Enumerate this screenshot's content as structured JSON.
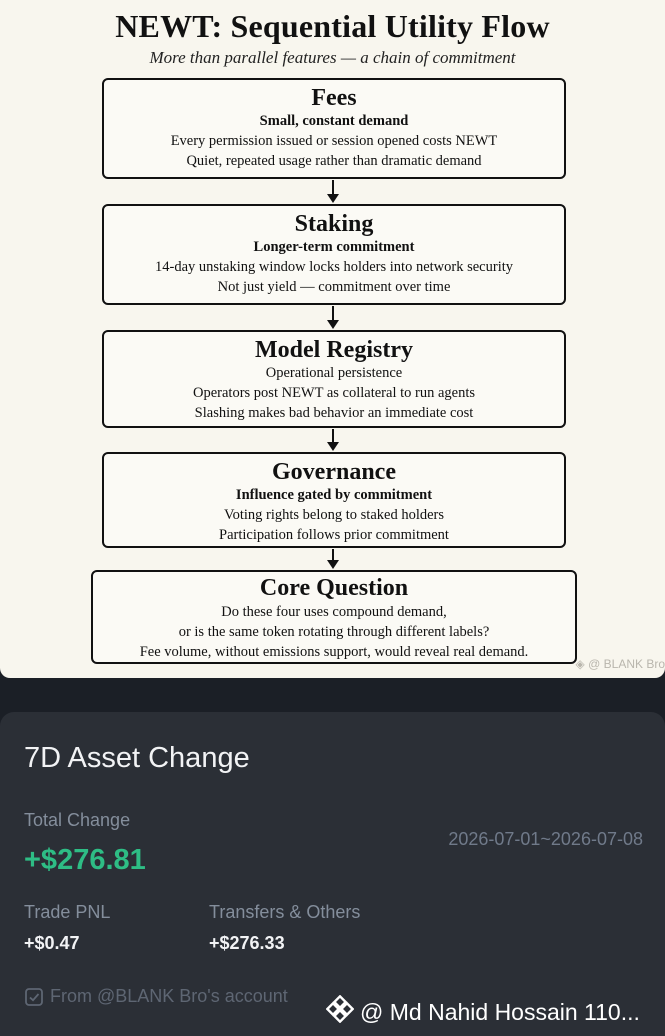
{
  "flow": {
    "title": "NEWT: Sequential Utility Flow",
    "subtitle": "More than parallel features — a chain of commitment",
    "steps": [
      {
        "title": "Fees",
        "subtitle": "Small, constant demand",
        "lines": [
          "Every permission issued or session opened costs NEWT",
          "Quiet, repeated usage rather than dramatic demand"
        ]
      },
      {
        "title": "Staking",
        "subtitle": "Longer-term commitment",
        "lines": [
          "14-day unstaking window locks holders into network security",
          "Not just yield — commitment over time"
        ]
      },
      {
        "title": "Model Registry",
        "subtitle": "Operational persistence",
        "lines": [
          "Operators post NEWT as collateral to run agents",
          "Slashing makes bad behavior an immediate cost"
        ]
      },
      {
        "title": "Governance",
        "subtitle": "Influence gated by commitment",
        "lines": [
          "Voting rights belong to staked holders",
          "Participation follows prior commitment"
        ]
      },
      {
        "title": "Core Question",
        "subtitle": "",
        "lines": [
          "Do these four uses compound demand,",
          "or is the same token rotating through different labels?",
          "Fee volume, without emissions support, would reveal real demand."
        ]
      }
    ],
    "watermark": "@ BLANK Bro"
  },
  "asset": {
    "title": "7D Asset Change",
    "total_label": "Total Change",
    "total_value": "+$276.81",
    "date_range": "2026-07-01~2026-07-08",
    "trade_label": "Trade PNL",
    "trade_value": "+$0.47",
    "transfer_label": "Transfers & Others",
    "transfer_value": "+$276.33",
    "from_text": "From @BLANK Bro's account",
    "watermark": "@ Md Nahid Hossain 110..."
  },
  "colors": {
    "positive": "#2ebd85",
    "card_bg": "#2b2f36",
    "page_bg": "#1b1f26",
    "muted": "#848e9c"
  },
  "icons": [
    "arrow-down-icon",
    "shield-check-icon",
    "binance-logo-icon"
  ]
}
